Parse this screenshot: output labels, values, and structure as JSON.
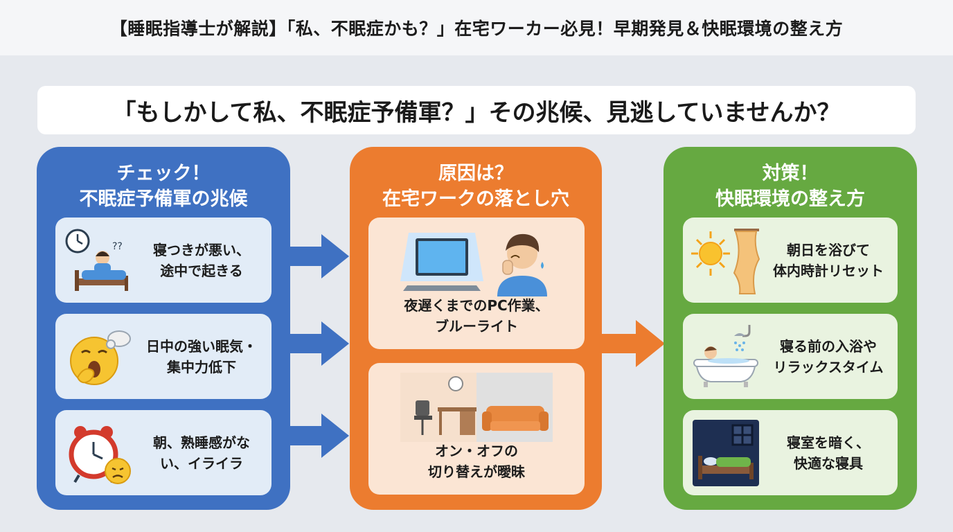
{
  "page_title": "【睡眠指導士が解説】「私、不眠症かも？」在宅ワーカー必見！早期発見＆快眠環境の整え方",
  "banner_question": "「もしかして私、不眠症予備軍？」その兆候、見逃していませんか？",
  "columns": [
    {
      "title": [
        "チェック！",
        "不眠症予備軍の兆候"
      ],
      "color": "#3f71c2",
      "cards": [
        {
          "lines": [
            "寝つきが悪い、",
            "途中で起きる"
          ],
          "icon": "sleepless-bed-icon"
        },
        {
          "lines": [
            "日中の強い眠気・",
            "集中力低下"
          ],
          "icon": "yawning-face-icon"
        },
        {
          "lines": [
            "朝、熟睡感がな",
            "い、イライラ"
          ],
          "icon": "alarm-clock-irritated-icon"
        }
      ]
    },
    {
      "title": [
        "原因は？",
        "在宅ワークの落とし穴"
      ],
      "color": "#ec7c2f",
      "cards": [
        {
          "lines": [
            "夜遅くまでのPC作業、",
            "ブルーライト"
          ],
          "icon": "laptop-bluelight-icon"
        },
        {
          "lines": [
            "オン・オフの",
            "切り替えが曖昧"
          ],
          "icon": "desk-sofa-icon"
        }
      ]
    },
    {
      "title": [
        "対策！",
        "快眠環境の整え方"
      ],
      "color": "#66a941",
      "cards": [
        {
          "lines": [
            "朝日を浴びて",
            "体内時計リセット"
          ],
          "icon": "sun-curtain-icon"
        },
        {
          "lines": [
            "寝る前の入浴や",
            "リラックスタイム"
          ],
          "icon": "bathtub-shower-icon"
        },
        {
          "lines": [
            "寝室を暗く、",
            "快適な寝具"
          ],
          "icon": "dark-bedroom-icon"
        }
      ]
    }
  ]
}
